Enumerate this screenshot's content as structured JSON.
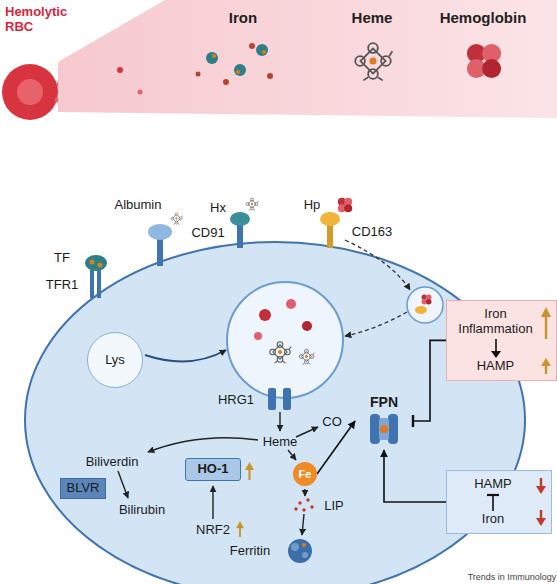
{
  "diagram": {
    "nodes": [
      {
        "text": [
          "Iron",
          "Heme",
          "Hemoglobin"
        ]
      },
      {
        "text": [
          "Lys"
        ]
      },
      {
        "text": [
          "Iron Inflammation",
          "HAMP"
        ]
      },
      {
        "text": [
          "FPN"
        ]
      },
      {
        "text": [
          "HO-1"
        ]
      },
      {
        "text": [
          "Fe"
        ]
      },
      {
        "text": [
          "HAMP",
          "Iron"
        ]
      },
      {
        "text": [
          "BLVR"
        ]
      }
    ],
    "edges": [
      {
        "from": 5,
        "to": 3,
        "arrow": "to"
      },
      {
        "from": 2,
        "to": 3,
        "arrow": "to"
      },
      {
        "from": 6,
        "to": 3,
        "arrow": "to"
      }
    ],
    "labels": [
      "Hemolytic RBC",
      "TF",
      "Albumin",
      "Hx",
      "Hp",
      "TFR1",
      "CD91",
      "CD163",
      "HRG1",
      "CO",
      "Heme",
      "Biliverdin",
      "Bilirubin",
      "NRF2",
      "LIP",
      "Ferritin",
      "Trends in Immunology"
    ]
  }
}
